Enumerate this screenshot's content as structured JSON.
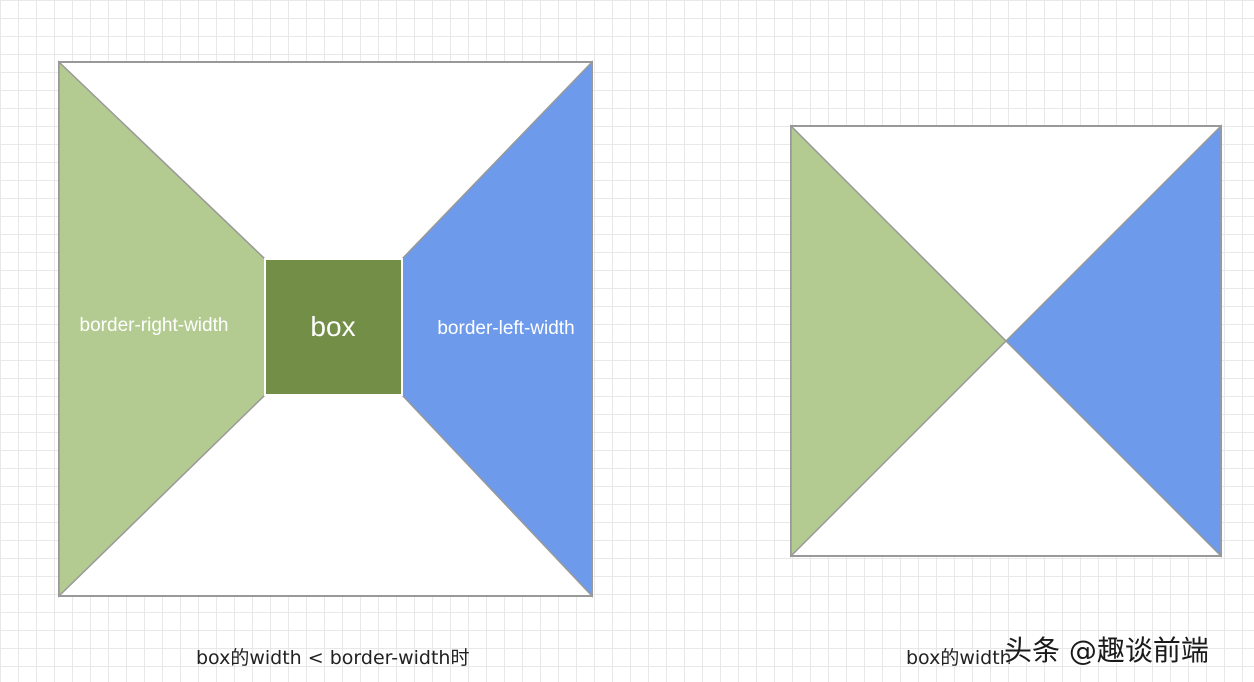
{
  "diagram_left": {
    "left_trapezoid_label": "border-right-width",
    "right_trapezoid_label": "border-left-width",
    "center_box_label": "box",
    "caption": "box的width < border-width时"
  },
  "diagram_right": {
    "caption": "box的width"
  },
  "watermark": "头条 @趣谈前端",
  "colors": {
    "green": "#b3cb90",
    "blue": "#6d9aeb",
    "dark_green": "#738e47",
    "outline": "#999999",
    "white": "#ffffff"
  }
}
